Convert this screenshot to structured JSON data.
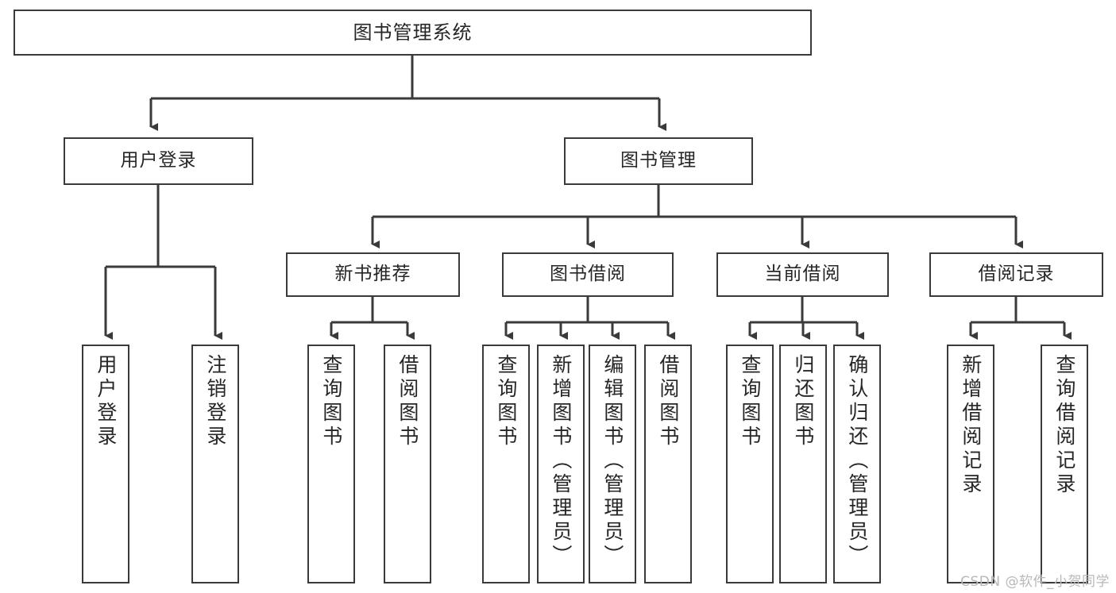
{
  "diagram": {
    "title": "图书管理系统",
    "watermark": "CSDN @软件_小贺同学",
    "line_color": "#3a3a3a",
    "text_color": "#262626",
    "background": "#ffffff",
    "root": {
      "label": "图书管理系统"
    },
    "level2": [
      {
        "label": "用户登录"
      },
      {
        "label": "图书管理"
      }
    ],
    "level3": [
      {
        "label": "新书推荐"
      },
      {
        "label": "图书借阅"
      },
      {
        "label": "当前借阅"
      },
      {
        "label": "借阅记录"
      }
    ],
    "leaves": {
      "user_login": [
        {
          "label": "用户登录"
        },
        {
          "label": "注销登录"
        }
      ],
      "new_book": [
        {
          "label": "查询图书"
        },
        {
          "label": "借阅图书"
        }
      ],
      "borrow_book": [
        {
          "label": "查询图书"
        },
        {
          "label": "新增图书（管理员）"
        },
        {
          "label": "编辑图书（管理员）"
        },
        {
          "label": "借阅图书"
        }
      ],
      "current_borrow": [
        {
          "label": "查询图书"
        },
        {
          "label": "归还图书"
        },
        {
          "label": "确认归还（管理员）"
        }
      ],
      "borrow_record": [
        {
          "label": "新增借阅记录"
        },
        {
          "label": "查询借阅记录"
        }
      ]
    }
  }
}
